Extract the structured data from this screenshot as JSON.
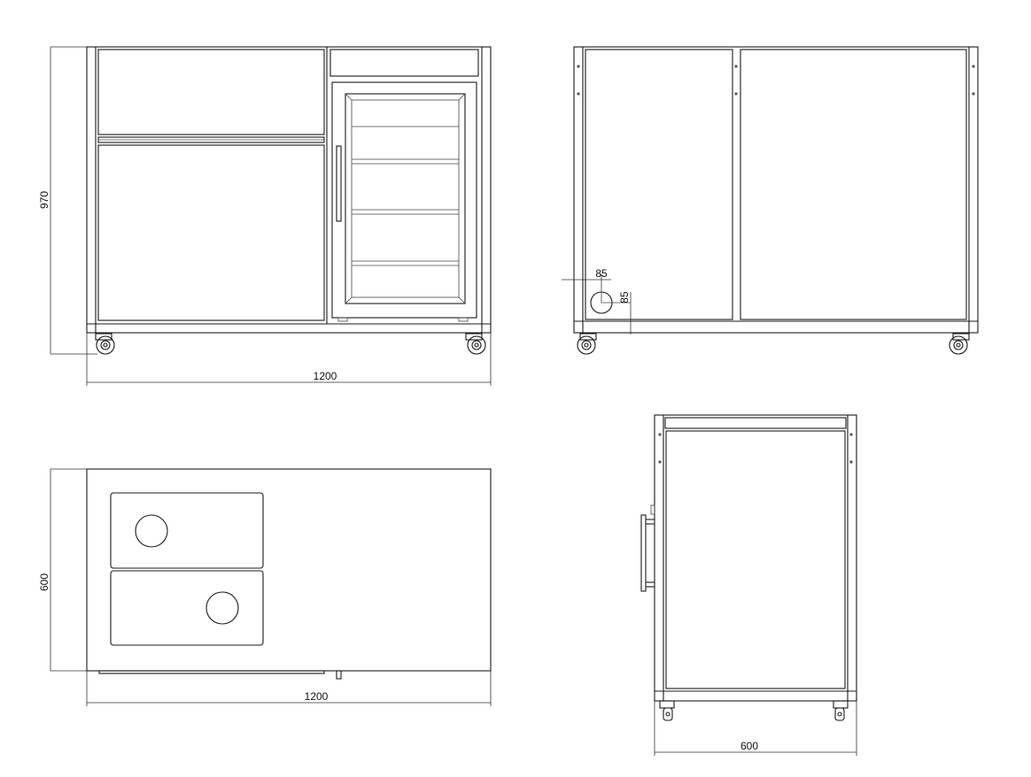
{
  "views": {
    "front": {
      "width_label": "1200",
      "height_label": "970"
    },
    "rear": {
      "offset_x_label": "85",
      "offset_y_label": "85"
    },
    "top": {
      "width_label": "1200",
      "depth_label": "600"
    },
    "side": {
      "depth_label": "600"
    }
  }
}
